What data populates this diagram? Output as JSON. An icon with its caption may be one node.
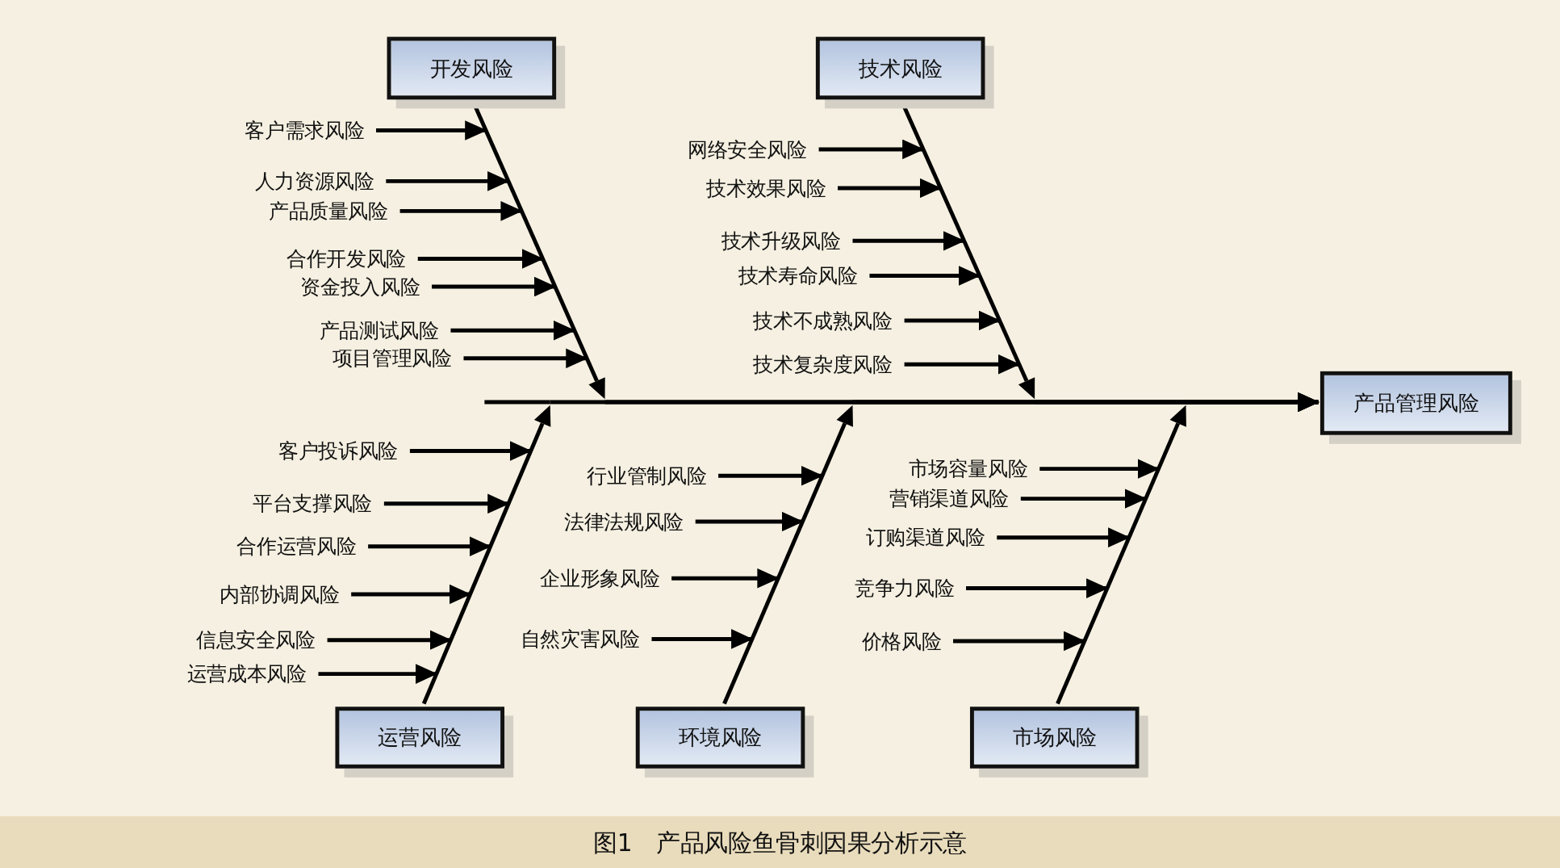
{
  "diagram": {
    "caption": "图1　产品风险鱼骨刺因果分析示意",
    "nodes": [
      {
        "text": [
          "开发风险"
        ]
      },
      {
        "text": [],
        "shape": "line"
      },
      {
        "text": [
          "客户需求风险"
        ]
      },
      {
        "text": [
          "人力资源风险"
        ]
      },
      {
        "text": [
          "产品质量风险"
        ]
      },
      {
        "text": [
          "合作开发风险"
        ]
      },
      {
        "text": [
          "资金投入风险"
        ]
      },
      {
        "text": [
          "产品测试风险"
        ]
      },
      {
        "text": [
          "项目管理风险"
        ]
      },
      {
        "text": [
          "技术风险"
        ]
      },
      {
        "text": [],
        "shape": "line"
      },
      {
        "text": [
          "网络安全风险"
        ]
      },
      {
        "text": [
          "技术效果风险"
        ]
      },
      {
        "text": [
          "技术升级风险"
        ]
      },
      {
        "text": [
          "技术寿命风险"
        ]
      },
      {
        "text": [
          "技术不成熟风险"
        ]
      },
      {
        "text": [
          "技术复杂度风险"
        ]
      },
      {
        "text": [
          "产品管理风险"
        ]
      },
      {
        "text": [
          "运营风险"
        ]
      },
      {
        "text": [],
        "shape": "line"
      },
      {
        "text": [
          "客户投诉风险"
        ]
      },
      {
        "text": [
          "平台支撑风险"
        ]
      },
      {
        "text": [
          "合作运营风险"
        ]
      },
      {
        "text": [
          "内部协调风险"
        ]
      },
      {
        "text": [
          "信息安全风险"
        ]
      },
      {
        "text": [
          "运营成本风险"
        ]
      },
      {
        "text": [
          "环境风险"
        ]
      },
      {
        "text": [],
        "shape": "line"
      },
      {
        "text": [
          "行业管制风险"
        ]
      },
      {
        "text": [
          "法律法规风险"
        ]
      },
      {
        "text": [
          "企业形象风险"
        ]
      },
      {
        "text": [
          "自然灾害风险"
        ]
      },
      {
        "text": [
          "市场风险"
        ]
      },
      {
        "text": [],
        "shape": "line"
      },
      {
        "text": [
          "市场容量风险"
        ]
      },
      {
        "text": [
          "营销渠道风险"
        ]
      },
      {
        "text": [
          "订购渠道风险"
        ]
      },
      {
        "text": [
          "竞争力风险"
        ]
      },
      {
        "text": [
          "价格风险"
        ]
      }
    ],
    "edges": [
      {
        "from": 2,
        "to": 1,
        "arrow": "to"
      },
      {
        "from": 3,
        "to": 1,
        "arrow": "to"
      },
      {
        "from": 4,
        "to": 1,
        "arrow": "to"
      },
      {
        "from": 5,
        "to": 1,
        "arrow": "to"
      },
      {
        "from": 6,
        "to": 1,
        "arrow": "to"
      },
      {
        "from": 7,
        "to": 1,
        "arrow": "to"
      },
      {
        "from": 8,
        "to": 1,
        "arrow": "to"
      },
      {
        "from": 11,
        "to": 10,
        "arrow": "to"
      },
      {
        "from": 12,
        "to": 10,
        "arrow": "to"
      },
      {
        "from": 13,
        "to": 10,
        "arrow": "to"
      },
      {
        "from": 14,
        "to": 10,
        "arrow": "to"
      },
      {
        "from": 15,
        "to": 10,
        "arrow": "to"
      },
      {
        "from": 16,
        "to": 10,
        "arrow": "to"
      },
      {
        "from": 20,
        "to": 19,
        "arrow": "to"
      },
      {
        "from": 21,
        "to": 19,
        "arrow": "to"
      },
      {
        "from": 22,
        "to": 19,
        "arrow": "to"
      },
      {
        "from": 23,
        "to": 19,
        "arrow": "to"
      },
      {
        "from": 24,
        "to": 19,
        "arrow": "to"
      },
      {
        "from": 25,
        "to": 19,
        "arrow": "to"
      },
      {
        "from": 28,
        "to": 27,
        "arrow": "to"
      },
      {
        "from": 29,
        "to": 27,
        "arrow": "to"
      },
      {
        "from": 30,
        "to": 27,
        "arrow": "to"
      },
      {
        "from": 31,
        "to": 27,
        "arrow": "to"
      },
      {
        "from": 34,
        "to": 33,
        "arrow": "to"
      },
      {
        "from": 35,
        "to": 33,
        "arrow": "to"
      },
      {
        "from": 36,
        "to": 33,
        "arrow": "to"
      },
      {
        "from": 37,
        "to": 33,
        "arrow": "to"
      },
      {
        "from": 38,
        "to": 33,
        "arrow": "to"
      },
      {
        "from": 1,
        "to": 17,
        "arrow": "to"
      },
      {
        "from": 10,
        "to": 17,
        "arrow": "to"
      },
      {
        "from": 19,
        "to": 17,
        "arrow": "to"
      },
      {
        "from": 27,
        "to": 17,
        "arrow": "to"
      },
      {
        "from": 33,
        "to": 17,
        "arrow": "to"
      }
    ]
  }
}
